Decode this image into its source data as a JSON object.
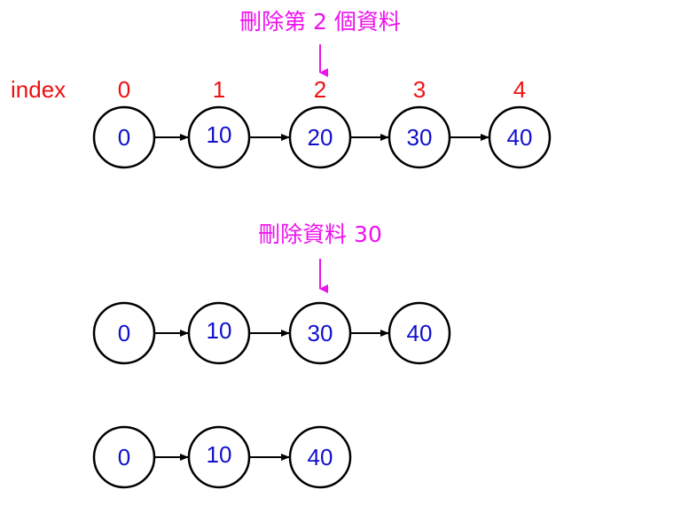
{
  "colors": {
    "index": "#ee1111",
    "value": "#1010cc",
    "annotation": "#ee11ee",
    "stroke": "#000000"
  },
  "index_row": {
    "label": "index",
    "values": [
      "0",
      "1",
      "2",
      "3",
      "4"
    ]
  },
  "lists": [
    {
      "nodes": [
        "0",
        "10",
        "20",
        "30",
        "40"
      ],
      "annotation": {
        "text": "刪除第 2 個資料",
        "target": 2
      }
    },
    {
      "nodes": [
        "0",
        "10",
        "30",
        "40"
      ],
      "annotation": {
        "text": "刪除資料 30",
        "target": 2
      }
    },
    {
      "nodes": [
        "0",
        "10",
        "40"
      ]
    }
  ]
}
